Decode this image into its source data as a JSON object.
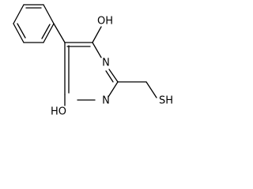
{
  "diagram": {
    "type": "chemical-structure",
    "labels": {
      "oh_top": "OH",
      "oh_bottom": "HO",
      "n_upper": "N",
      "n_lower": "N",
      "sh": "SH"
    },
    "colors": {
      "bond": "#000000",
      "text": "#000000",
      "background": "#ffffff"
    }
  }
}
